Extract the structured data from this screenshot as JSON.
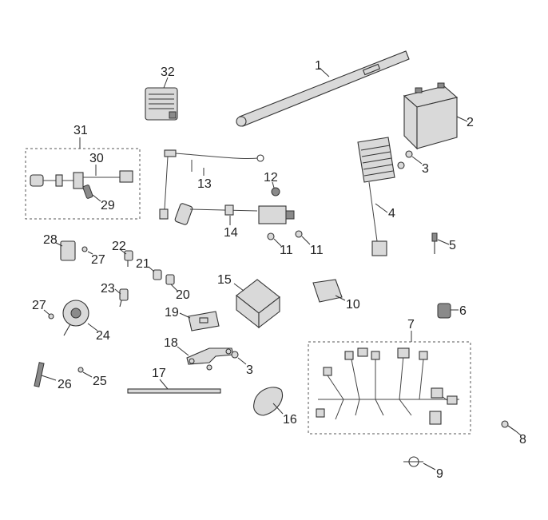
{
  "callouts": [
    "1",
    "2",
    "3",
    "3",
    "4",
    "5",
    "6",
    "7",
    "8",
    "9",
    "10",
    "11",
    "11",
    "12",
    "13",
    "14",
    "15",
    "16",
    "17",
    "18",
    "19",
    "20",
    "21",
    "22",
    "23",
    "24",
    "25",
    "26",
    "27",
    "27",
    "28",
    "29",
    "30",
    "31",
    "32"
  ]
}
